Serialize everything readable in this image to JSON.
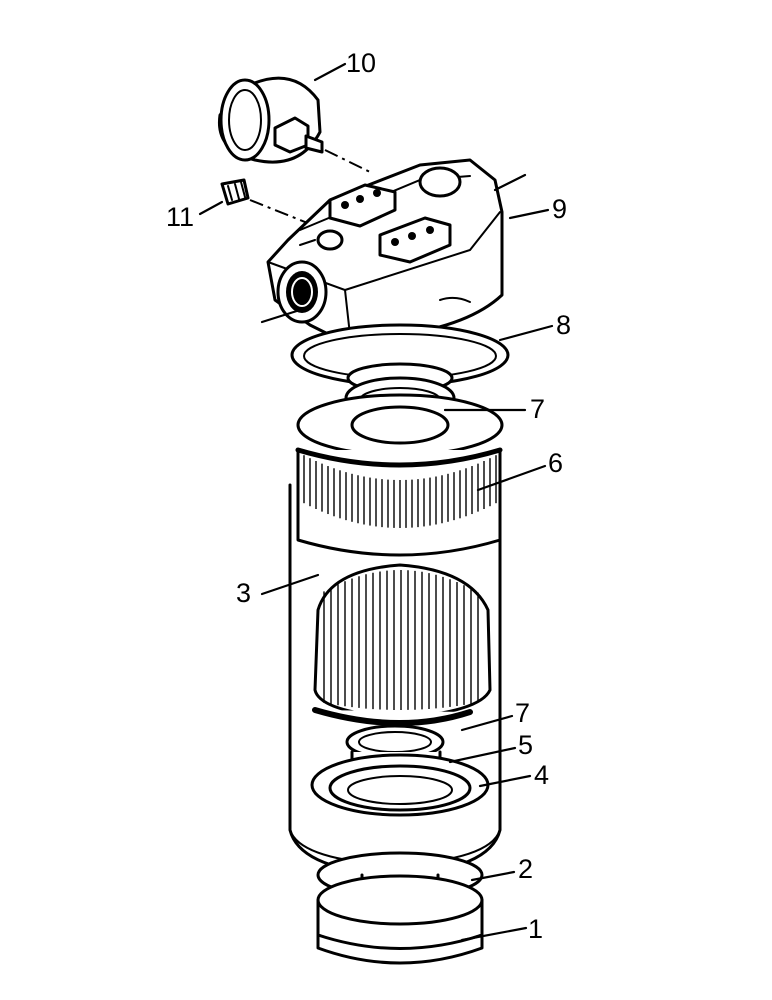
{
  "diagram": {
    "callouts": [
      {
        "id": "1",
        "label": "1"
      },
      {
        "id": "2",
        "label": "2"
      },
      {
        "id": "3",
        "label": "3"
      },
      {
        "id": "4",
        "label": "4"
      },
      {
        "id": "5",
        "label": "5"
      },
      {
        "id": "6",
        "label": "6"
      },
      {
        "id": "7a",
        "label": "7"
      },
      {
        "id": "7b",
        "label": "7"
      },
      {
        "id": "8",
        "label": "8"
      },
      {
        "id": "9",
        "label": "9"
      },
      {
        "id": "10",
        "label": "10"
      },
      {
        "id": "11",
        "label": "11"
      }
    ]
  }
}
